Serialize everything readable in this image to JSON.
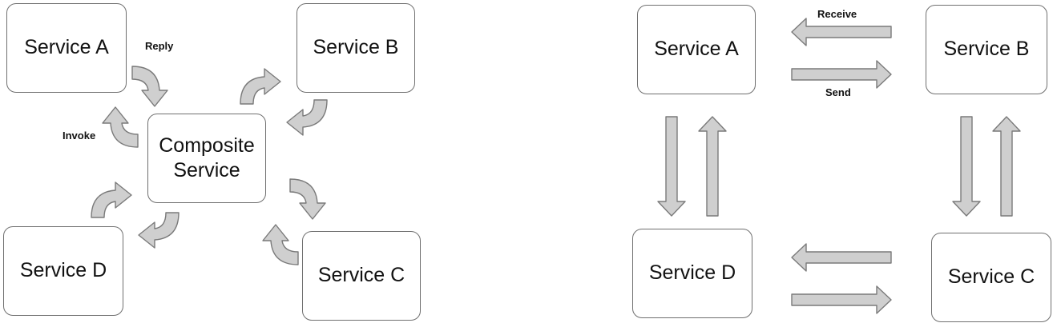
{
  "left_diagram": {
    "service_a": "Service A",
    "service_b": "Service B",
    "service_c": "Service C",
    "service_d": "Service D",
    "composite_line1": "Composite",
    "composite_line2": "Service",
    "reply_label": "Reply",
    "invoke_label": "Invoke"
  },
  "right_diagram": {
    "service_a": "Service A",
    "service_b": "Service B",
    "service_c": "Service C",
    "service_d": "Service D",
    "receive_label": "Receive",
    "send_label": "Send"
  },
  "colors": {
    "arrow_fill": "#cfcfcf",
    "arrow_stroke": "#7a7a7a",
    "box_border": "#6f6f6f"
  }
}
